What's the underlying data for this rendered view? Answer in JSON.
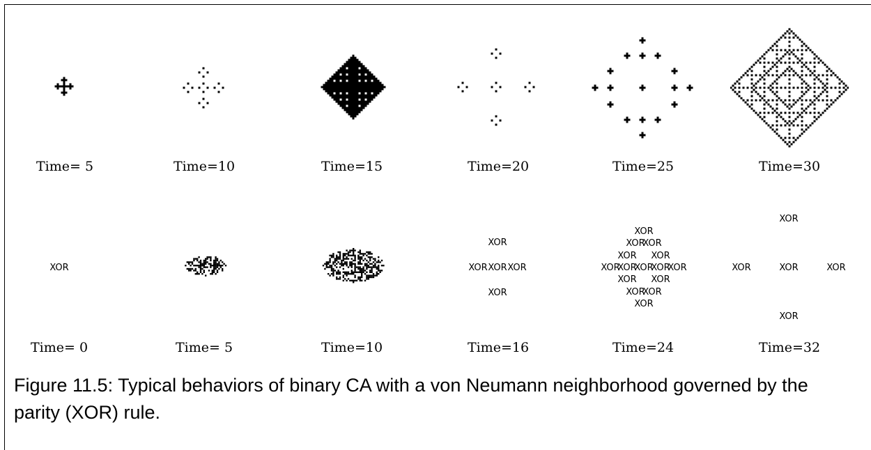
{
  "panels_top": [
    {
      "label": "Time= 5",
      "pattern": "plus-cluster"
    },
    {
      "label": "Time=10",
      "pattern": "dotted-cross"
    },
    {
      "label": "Time=15",
      "pattern": "solid-diamond"
    },
    {
      "label": "Time=20",
      "pattern": "sparse-cross"
    },
    {
      "label": "Time=25",
      "pattern": "plus-ring"
    },
    {
      "label": "Time=30",
      "pattern": "dotted-diamond"
    }
  ],
  "panels_bottom": [
    {
      "label": "Time= 0",
      "pattern": "xor-single"
    },
    {
      "label": "Time= 5",
      "pattern": "xor-blob"
    },
    {
      "label": "Time=10",
      "pattern": "xor-blob-large"
    },
    {
      "label": "Time=16",
      "pattern": "xor-cross"
    },
    {
      "label": "Time=24",
      "pattern": "xor-diamond"
    },
    {
      "label": "Time=32",
      "pattern": "xor-spread"
    }
  ],
  "xor_word": "XOR",
  "caption": "Figure 11.5: Typical behaviors of binary CA with a von Neumann neighborhood governed by the parity (XOR) rule."
}
